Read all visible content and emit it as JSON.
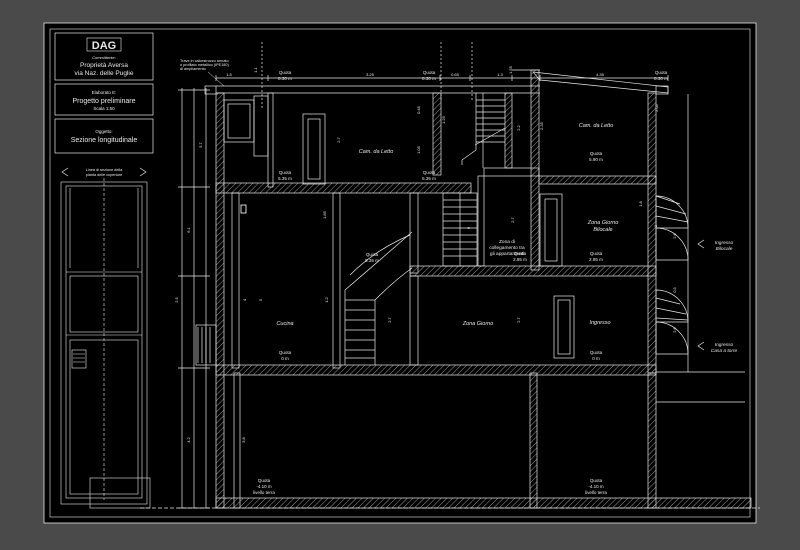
{
  "title_block": {
    "logo": "DAG",
    "client_label": "Committente:",
    "client_line1": "Proprietà Aversa",
    "client_line2": "via Naz. delle Puglie",
    "drawing_label": "Elaborato E:",
    "drawing_title": "Progetto preliminare",
    "scale": "Scala 1:50",
    "object_label": "Oggetto:",
    "object_title": "Sezione longitudinale",
    "keyplan_label1": "Linea di sezione della",
    "keyplan_label2": "pianta delle coperture"
  },
  "note_beam": [
    "Trave in calcestruzzo armato",
    "o profilato metallico (IPE180)",
    "di ampliamento"
  ],
  "rooms": {
    "cam_letto_1": "Cam. da Letto",
    "cam_letto_2": "Cam. da Letto",
    "zona_giorno_bilocale_1": "Zona Giorno",
    "zona_giorno_bilocale_2": "Bilocale",
    "cucina": "Cucina",
    "zona_giorno": "Zona Giorno",
    "ingresso": "Ingresso",
    "collegamento_1": "Zona di",
    "collegamento_2": "collegamento tra",
    "collegamento_3": "gli appartamenti"
  },
  "levels": {
    "label": "Quota",
    "l_830": "8.30 m",
    "l_590": "5.90 m",
    "l_535": "5.35 m",
    "l_295": "2.95 m",
    "l_0": "0 m",
    "l_m410": "-4.10 m",
    "ground": "livello terra"
  },
  "entrances": {
    "bilocale_1": "Ingresso",
    "bilocale_2": "Bilocale",
    "casa_1": "Ingresso",
    "casa_2": "Casa a torre"
  },
  "dimensions": {
    "d_15": "1.5",
    "d_61": "6.1",
    "d_42": "4.2",
    "d_57": "5.7",
    "d_25": "2.5",
    "d_27": "2.7",
    "d_22": "2.2",
    "d_12": "1.2",
    "d_38": "3.8",
    "d_325": "3.25",
    "d_435": "4.35",
    "d_065": "0.65",
    "d_18": "1.8",
    "d_4": "4",
    "d_11": "1.1",
    "d_13": "1.3",
    "d_235": "2.35",
    "d_3": "3",
    "d_6": "6",
    "d_155": "1.55",
    "d_205": "2.05",
    "d_185": "1.85",
    "d_6b": "6",
    "d_5": "5",
    "d_125": "1.25",
    "d_045": "0.45",
    "d_105": "1.05",
    "d_8": "8",
    "d_3b": "3",
    "d_5b": "5",
    "d_2": "2",
    "d_26": "2.6",
    "d_05": "0.5"
  },
  "colors": {
    "background": "#4a4a4a",
    "sheet": "#000000",
    "lines": "#e8e8e8"
  }
}
